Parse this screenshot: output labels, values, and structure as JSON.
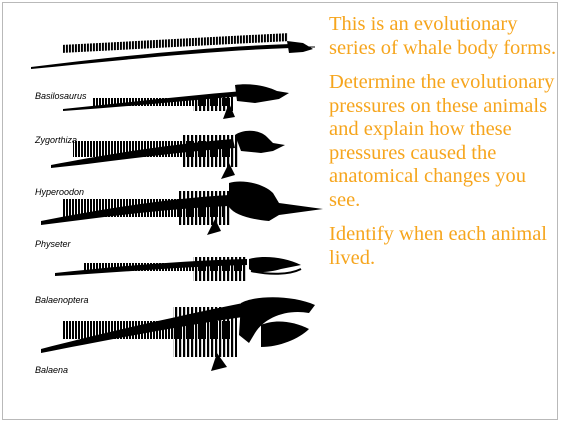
{
  "colors": {
    "text": "#f6a51d",
    "skeleton": "#000000",
    "border": "#b9b9b9"
  },
  "figure": {
    "labels": [
      "Basilosaurus",
      "Zygorthiza",
      "Hyperoodon",
      "Physeter",
      "Balaenoptera",
      "Balaena"
    ]
  },
  "text": {
    "p1": "This is an evolutionary series of whale body forms.",
    "p2": "Determine the evolutionary pressures on these animals and explain how these pressures caused the anatomical changes you see.",
    "p3": "Identify when each animal lived."
  }
}
